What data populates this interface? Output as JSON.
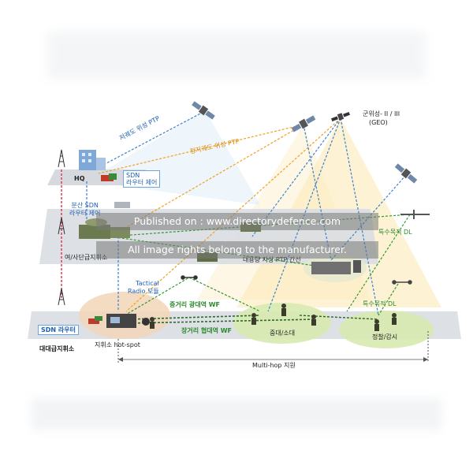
{
  "labels": {
    "gun_satellite": "군위성- II / III",
    "geo": "(GEO)",
    "low_orbit_ptp": "저궤도 위성 PTP",
    "geo_orbit_ptp": "정지궤도 위성 PTP",
    "hq": "HQ",
    "sdn_router_control": "SDN\n라우터 제어",
    "distributed_sdn": "분산 SDN\n라우터 제어",
    "division_cp": "여/사단급지휘소",
    "large_ground_ptp": "대용량 지상 PTP 간선",
    "special_dl_top": "특수목적 DL",
    "special_dl_bottom": "특수목적 DL",
    "tactical_radio": "Tactical\nRadio 모듈",
    "mid_range_wf": "중거리 광대역 WF",
    "long_range_wf": "장거리 협대역 WF",
    "sdn_router": "SDN 라우터",
    "battalion_cp": "대대급지휘소",
    "cp_hotspot": "지휘소 hot-spot",
    "company": "중대/소대",
    "surveillance": "정찰/감시",
    "multihop": "Multi-hop 지원"
  },
  "watermark": {
    "line1": "Published on : www.directorydefence.com",
    "line2": "All image rights belong to the manufacturer."
  },
  "colors": {
    "blue_link": "#3a7fd0",
    "orange_link": "#f0a020",
    "green_link": "#2f9a2f",
    "red_link": "#e03050",
    "plane": "#d8dde2",
    "beam": "#fbeab0"
  }
}
